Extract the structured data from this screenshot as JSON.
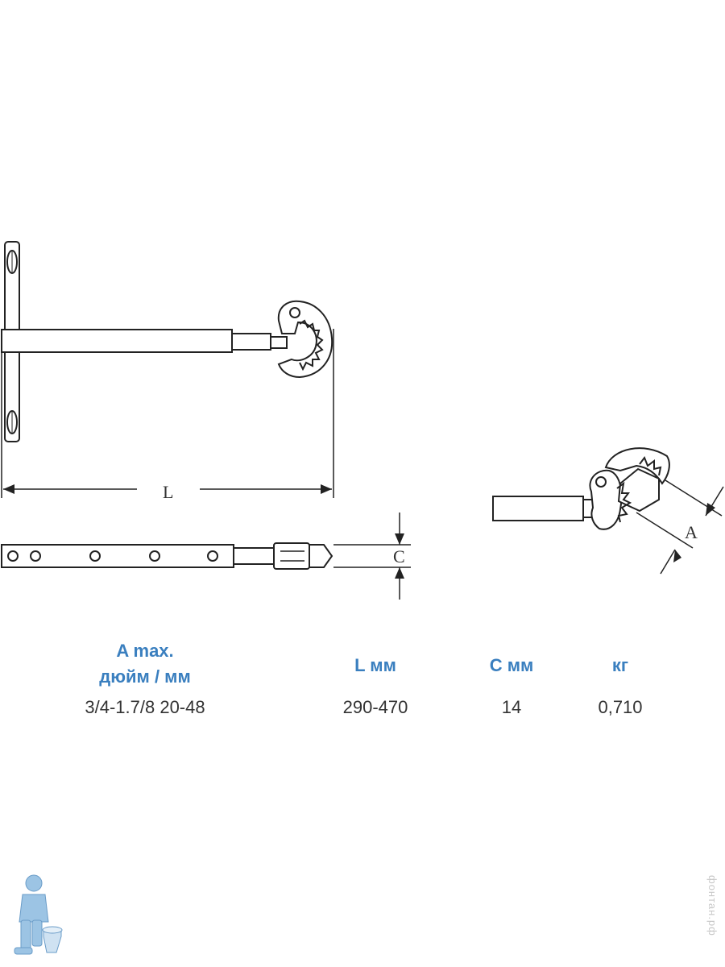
{
  "diagram": {
    "label_L": "L",
    "label_C": "C",
    "label_A": "A"
  },
  "specs": {
    "headers": {
      "a_line1": "A max.",
      "a_line2": "дюйм / мм",
      "l": "L мм",
      "c": "C мм",
      "kg": "кг"
    },
    "values": {
      "a": "3/4-1.7/8 20-48",
      "l": "290-470",
      "c": "14",
      "kg": "0,710"
    }
  },
  "watermark": "фонтан.рф",
  "colors": {
    "header": "#3a7fbf",
    "text": "#333333",
    "line": "#222222",
    "logo": "#9cc4e4"
  }
}
